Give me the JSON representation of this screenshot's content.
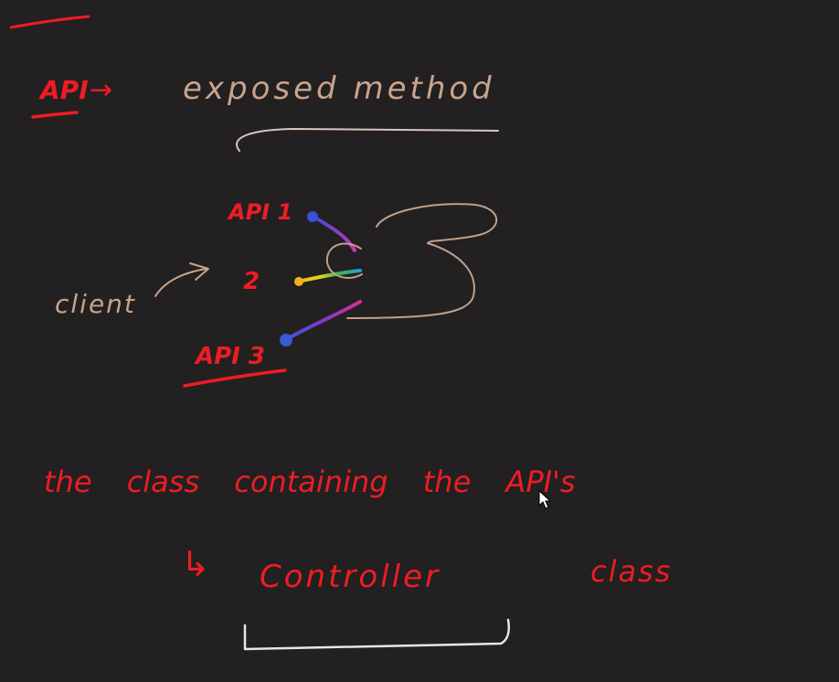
{
  "board": {
    "background": "#222020",
    "ink_red": "#ee1c25",
    "ink_tan": "#c9a38c",
    "ink_white": "#e6e6e6"
  },
  "heading": {
    "api_label": "API",
    "arrow": "→",
    "definition": "exposed method"
  },
  "diagram": {
    "api_1": "API 1",
    "api_2": "2",
    "api_3": "API 3",
    "client": "client"
  },
  "sentence": {
    "line_1": "the class containing the API's",
    "result_arrow": "↳",
    "controller": "Controller",
    "class_word": "class"
  },
  "icons": {
    "cursor": "mouse-pointer-icon"
  }
}
